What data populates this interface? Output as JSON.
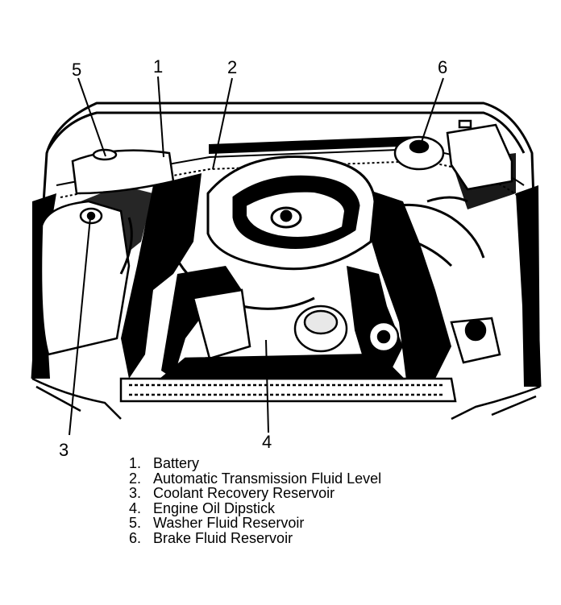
{
  "callouts": [
    {
      "number": "1"
    },
    {
      "number": "2"
    },
    {
      "number": "3"
    },
    {
      "number": "4"
    },
    {
      "number": "5"
    },
    {
      "number": "6"
    }
  ],
  "legend": [
    {
      "number": "1.",
      "label": "Battery"
    },
    {
      "number": "2.",
      "label": "Automatic Transmission Fluid Level"
    },
    {
      "number": "3.",
      "label": "Coolant Recovery Reservoir"
    },
    {
      "number": "4.",
      "label": "Engine Oil Dipstick"
    },
    {
      "number": "5.",
      "label": "Washer Fluid Reservoir"
    },
    {
      "number": "6.",
      "label": "Brake Fluid Reservoir"
    }
  ],
  "colors": {
    "ink": "#000000",
    "paper": "#ffffff",
    "shade": "#b5b5b5"
  }
}
